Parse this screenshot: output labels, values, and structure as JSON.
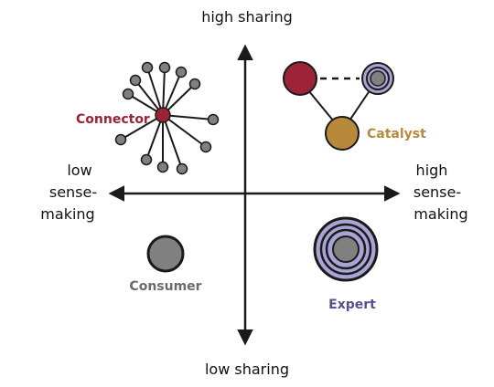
{
  "axes": {
    "top_label": "high sharing",
    "bottom_label": "low sharing",
    "left_label": [
      "low",
      "sense-",
      "making"
    ],
    "right_label": [
      "high",
      "sense-",
      "making"
    ]
  },
  "roles": {
    "connector": {
      "label": "Connector",
      "color": "#9b2335"
    },
    "catalyst": {
      "label": "Catalyst",
      "color": "#b8893a"
    },
    "consumer": {
      "label": "Consumer",
      "color": "#6b6b6b"
    },
    "expert": {
      "label": "Expert",
      "color": "#5a4f8c"
    }
  },
  "colors": {
    "node_gray": "#808080",
    "line": "#1a1a1a",
    "crimson": "#9b2335",
    "ochre": "#b8893a",
    "lavender": "#a9a4d6"
  }
}
